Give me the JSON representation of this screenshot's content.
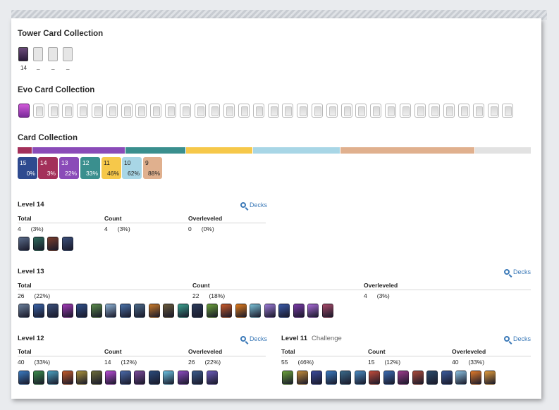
{
  "tower_section": {
    "title": "Tower Card Collection",
    "count": "14",
    "dashes": [
      "_",
      "_",
      "_"
    ]
  },
  "evo_section": {
    "title": "Evo Card Collection"
  },
  "collection_section": {
    "title": "Card Collection"
  },
  "level_boxes": [
    {
      "level": "15",
      "pct": "0%",
      "color": "#2e4a8f"
    },
    {
      "level": "14",
      "pct": "3%",
      "color": "#a3305a"
    },
    {
      "level": "13",
      "pct": "22%",
      "color": "#8a4bb8"
    },
    {
      "level": "12",
      "pct": "33%",
      "color": "#3a8f8e"
    },
    {
      "level": "11",
      "pct": "46%",
      "color": "#f6c84a"
    },
    {
      "level": "10",
      "pct": "62%",
      "color": "#a8d6e6"
    },
    {
      "level": "9",
      "pct": "88%",
      "color": "#e0b08e"
    }
  ],
  "bar_colors": [
    "#a3305a",
    "#8a4bb8",
    "#3a8f8e",
    "#f6c84a",
    "#a8d6e6",
    "#e0b08e",
    "#e2e2e2"
  ],
  "decks_label": "Decks",
  "headers": {
    "total": "Total",
    "count": "Count",
    "overleveled": "Overleveled"
  },
  "level14": {
    "title": "Level 14",
    "total": "4",
    "total_pct": "(3%)",
    "count": "4",
    "count_pct": "(3%)",
    "over": "0",
    "over_pct": "(0%)"
  },
  "level13": {
    "title": "Level 13",
    "total": "26",
    "total_pct": "(22%)",
    "count": "22",
    "count_pct": "(18%)",
    "over": "4",
    "over_pct": "(3%)"
  },
  "level12": {
    "title": "Level 12",
    "total": "40",
    "total_pct": "(33%)",
    "count": "14",
    "count_pct": "(12%)",
    "over": "26",
    "over_pct": "(22%)"
  },
  "level11": {
    "title": "Level 11",
    "subtitle": "Challenge",
    "total": "55",
    "total_pct": "(46%)",
    "count": "15",
    "count_pct": "(12%)",
    "over": "40",
    "over_pct": "(33%)"
  },
  "card_palette": {
    "l14": [
      "#5a6c8a",
      "#2e6b5c",
      "#7a3d2c",
      "#3b4f7a"
    ],
    "l13": [
      "#6a7f9a",
      "#3a64a8",
      "#3a4f7a",
      "#a33ab8",
      "#2f4f8a",
      "#5a8a4a",
      "#8fb4d6",
      "#4a72a8",
      "#4a6a8a",
      "#c87a2a",
      "#6a5a3a",
      "#3aa08e",
      "#2a3a5a",
      "#6aa03a",
      "#c85a2a",
      "#e07a1a",
      "#7ac0d6",
      "#9a7ad6",
      "#3a5aa8",
      "#7a3aa8",
      "#a86ad6",
      "#a84a6a"
    ],
    "l12": [
      "#3a7ac0",
      "#3a8a4a",
      "#4aa0c0",
      "#c05a2a",
      "#a8903a",
      "#6a6a3a",
      "#b84ad6",
      "#4a6aa8",
      "#7a4a9a",
      "#2a4a7a",
      "#6ac0e0",
      "#8a4ac0",
      "#3a5a8a",
      "#6a5ab8"
    ],
    "l11": [
      "#6aa03a",
      "#c08a3a",
      "#3a4a9a",
      "#3a7ac0",
      "#3a6a8a",
      "#4a8ac0",
      "#c04a3a",
      "#3a6ab0",
      "#9a3a8a",
      "#a84a3a",
      "#2a4a6a",
      "#3a5a9a",
      "#8ac0e0",
      "#e07a2a",
      "#e09a3a"
    ]
  }
}
